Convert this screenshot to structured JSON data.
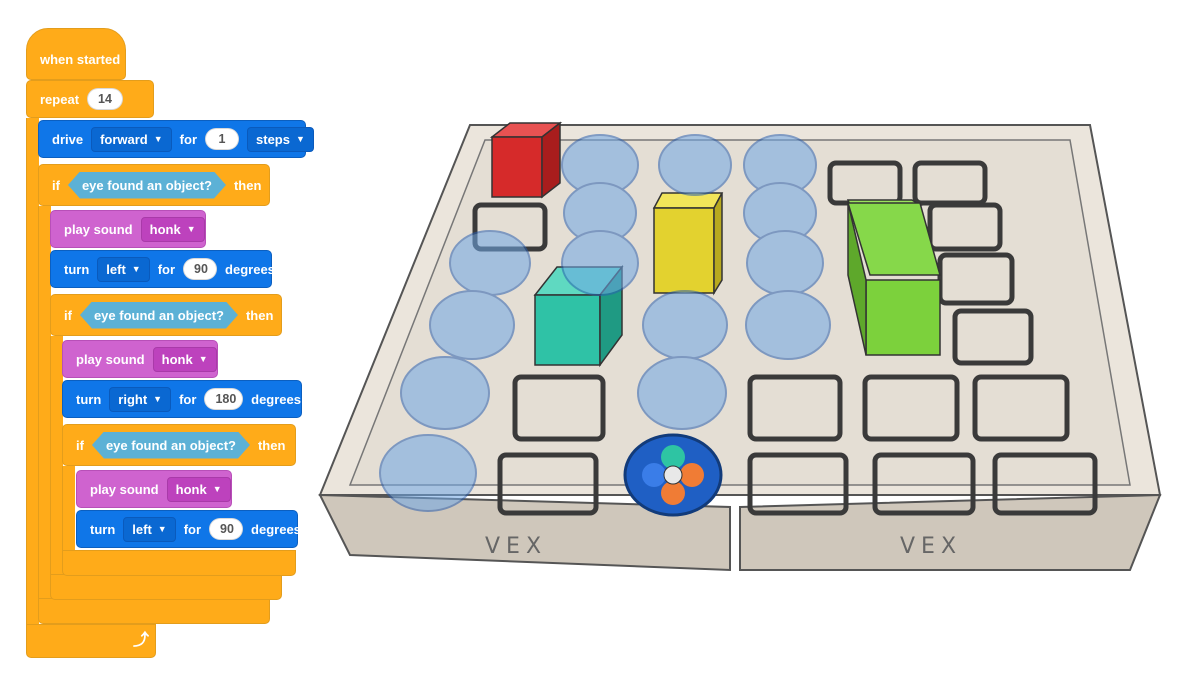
{
  "blocks": {
    "when_started": "when started",
    "repeat_label": "repeat",
    "repeat_count": "14",
    "drive": {
      "label": "drive",
      "direction": "forward",
      "for": "for",
      "amount": "1",
      "unit": "steps"
    },
    "if1": {
      "if": "if",
      "condition": "eye found an object?",
      "then": "then"
    },
    "sound1": {
      "label": "play sound",
      "sound": "honk"
    },
    "turn1": {
      "label": "turn",
      "direction": "left",
      "for": "for",
      "amount": "90",
      "unit": "degrees"
    },
    "if2": {
      "if": "if",
      "condition": "eye found an object?",
      "then": "then"
    },
    "sound2": {
      "label": "play sound",
      "sound": "honk"
    },
    "turn2": {
      "label": "turn",
      "direction": "right",
      "for": "for",
      "amount": "180",
      "unit": "degrees"
    },
    "if3": {
      "if": "if",
      "condition": "eye found an object?",
      "then": "then"
    },
    "sound3": {
      "label": "play sound",
      "sound": "honk"
    },
    "turn3": {
      "label": "turn",
      "direction": "left",
      "for": "for",
      "amount": "90",
      "unit": "degrees"
    }
  },
  "field": {
    "brand_left": "VEX",
    "brand_right": "VEX",
    "colors": {
      "red_cube": "#d62a2a",
      "yellow_block": "#e3d22f",
      "teal_block": "#2fc2a6",
      "green_block": "#7cd13c",
      "robot": "#1f5fc4"
    }
  }
}
